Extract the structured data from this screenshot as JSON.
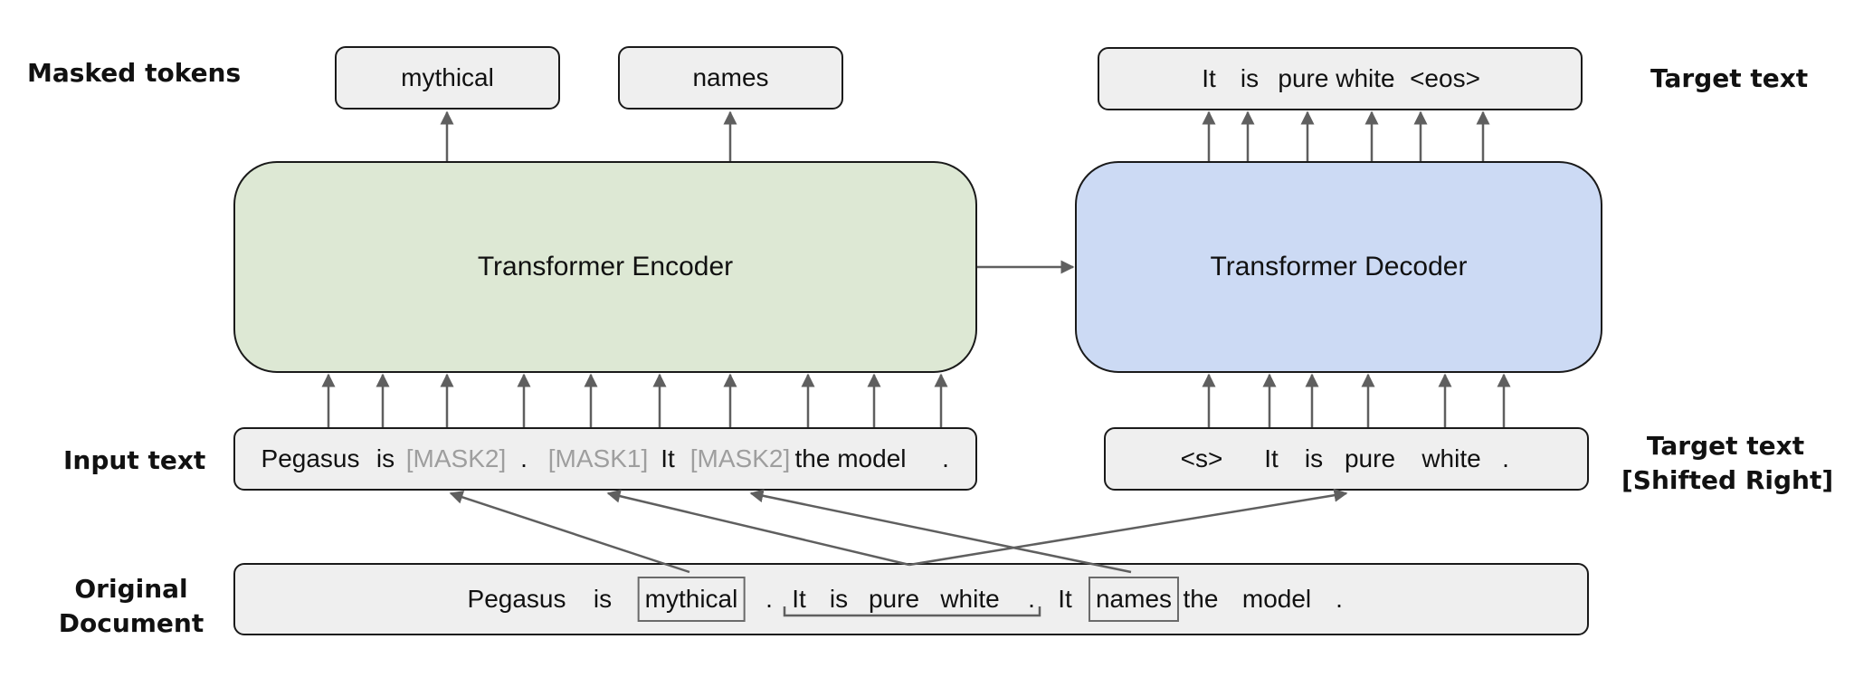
{
  "labels": {
    "masked_tokens": "Masked tokens",
    "input_text": "Input text",
    "original_document": [
      "Original",
      "Document"
    ],
    "target_text": "Target text",
    "target_shifted": [
      "Target text",
      "[Shifted Right]"
    ]
  },
  "masked_outputs": [
    "mythical",
    "names"
  ],
  "encoder": {
    "label": "Transformer Encoder"
  },
  "decoder": {
    "label": "Transformer Decoder"
  },
  "target_output": [
    "It",
    "is",
    "pure white",
    ".",
    "<eos>"
  ],
  "input_tokens": [
    "Pegasus",
    "is",
    "[MASK2]",
    ".",
    "[MASK1]",
    "It",
    "[MASK2]",
    "the model",
    "."
  ],
  "shifted_tokens": [
    "<s>",
    "It",
    "is",
    "pure",
    "white",
    "."
  ],
  "original_tokens": [
    "Pegasus",
    "is",
    "mythical",
    ".",
    "It",
    "is",
    "pure",
    "white",
    ".",
    "It",
    "names",
    "the",
    "model",
    "."
  ],
  "colors": {
    "encoder_fill": "#dde8d4",
    "decoder_fill": "#ccdaf4",
    "box_fill": "#efefef",
    "mask_text": "#9e9e9e",
    "arrow": "#5f5f5f"
  }
}
